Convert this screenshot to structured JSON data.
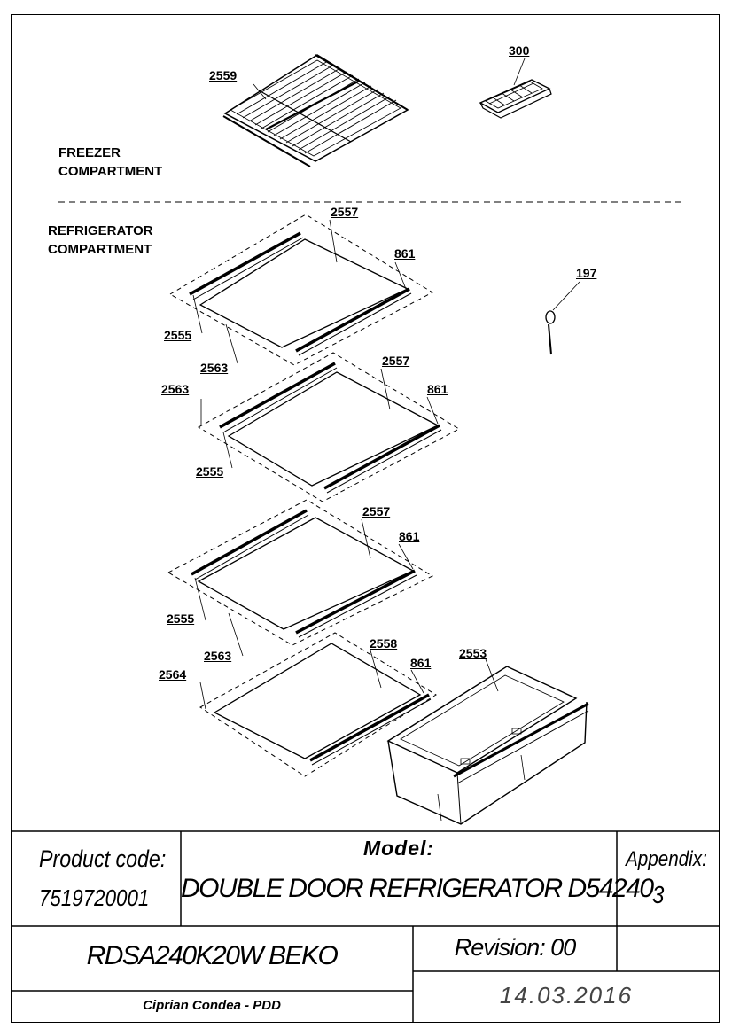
{
  "sections": {
    "freezer": [
      "FREEZER",
      "COMPARTMENT"
    ],
    "refrigerator": [
      "REFRIGERATOR",
      "COMPARTMENT"
    ]
  },
  "labels": {
    "wire_shelf": "2559",
    "ice_tray": "300",
    "glass_shelf_1": "2557",
    "profile_1": "861",
    "item_197": "197",
    "side_2555_a": "2555",
    "side_2563_a": "2563",
    "side_2563_b": "2563",
    "glass_shelf_2": "2557",
    "profile_2": "861",
    "side_2555_b": "2555",
    "glass_shelf_3": "2557",
    "profile_3": "861",
    "side_2555_c": "2555",
    "side_2563_c": "2563",
    "crisper_cover": "2558",
    "profile_4": "861",
    "crisper": "2553",
    "item_2564": "2564"
  },
  "title_block": {
    "product_code_label": "Product code:",
    "product_code_value": "7519720001",
    "model_label": "Model:",
    "model_value": "DOUBLE DOOR REFRIGERATOR D54240",
    "appendix_label": "Appendix:",
    "appendix_value": "3",
    "model_code": "RDSA240K20W BEKO",
    "revision": "Revision: 00",
    "author": "Ciprian Condea - PDD",
    "date": "14.03.2016"
  }
}
